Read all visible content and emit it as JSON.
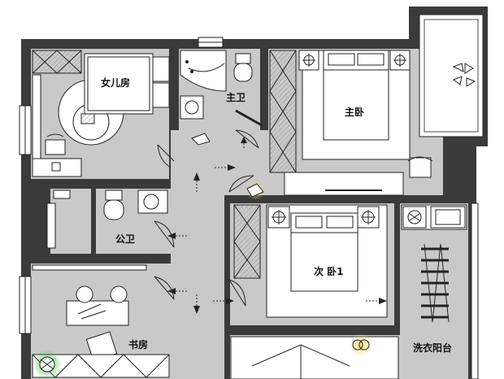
{
  "rooms": {
    "daughter_room": "女儿房",
    "master_bath": "主卫",
    "master_bedroom": "主卧",
    "public_bath": "公卫",
    "second_bedroom": "次 卧1",
    "study": "书房",
    "laundry_balcony": "洗衣阳台"
  },
  "colors": {
    "wall": "#3a3a3a",
    "floor": "#c9c9c9",
    "lamp_glow": "#f6d76a",
    "plant": "#3fbf3f"
  },
  "icons": [
    "bed-icon",
    "toilet-icon",
    "sink-icon",
    "wardrobe-icon",
    "chair-icon",
    "lamp-icon",
    "door-arc-icon",
    "arrow-icon",
    "washing-machine-icon",
    "plant-icon",
    "desk-icon",
    "armchair-icon"
  ]
}
